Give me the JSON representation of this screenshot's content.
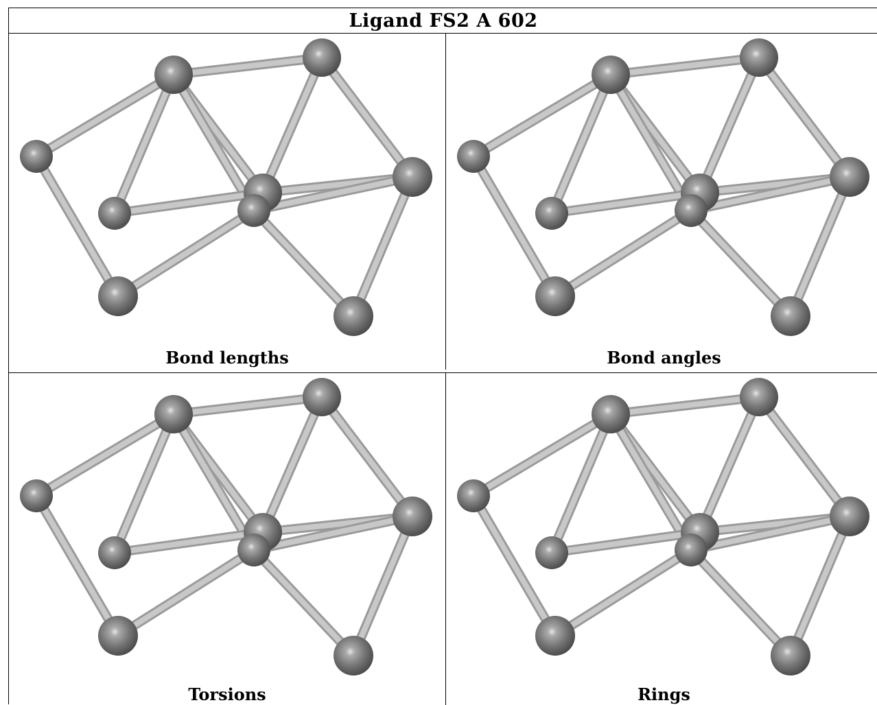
{
  "title": "Ligand FS2 A 602",
  "panels": [
    {
      "caption": "Bond lengths"
    },
    {
      "caption": "Bond angles"
    },
    {
      "caption": "Torsions"
    },
    {
      "caption": "Rings"
    }
  ],
  "colors": {
    "atom": "#6e6e6e",
    "bond": "#c8c8c8",
    "border": "#000000"
  }
}
